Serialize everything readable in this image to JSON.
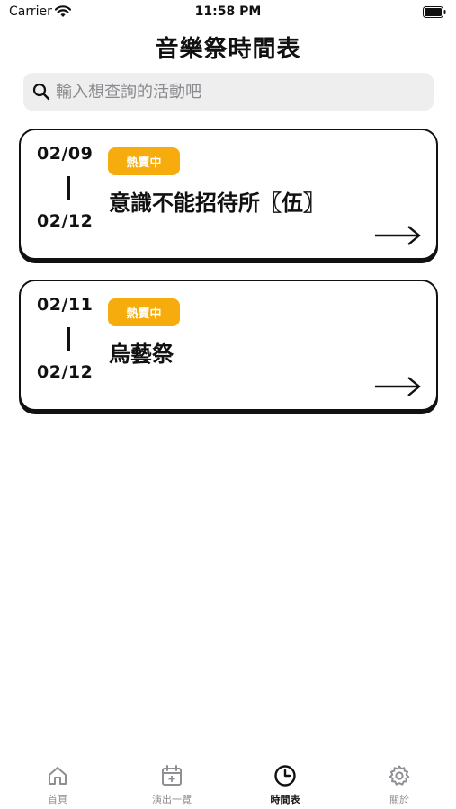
{
  "status_bar": {
    "carrier": "Carrier",
    "time": "11:58 PM"
  },
  "header": {
    "title": "音樂祭時間表"
  },
  "search": {
    "placeholder": "輸入想查詢的活動吧",
    "value": ""
  },
  "events": [
    {
      "start": "02/09",
      "end": "02/12",
      "badge": "熱賣中",
      "name": "意識不能招待所〖伍〗"
    },
    {
      "start": "02/11",
      "end": "02/12",
      "badge": "熱賣中",
      "name": "烏藝祭"
    }
  ],
  "tabs": [
    {
      "label": "首頁",
      "icon": "home-icon"
    },
    {
      "label": "演出一覽",
      "icon": "calendar-add-icon"
    },
    {
      "label": "時間表",
      "icon": "clock-icon",
      "active": true
    },
    {
      "label": "關於",
      "icon": "gear-icon"
    }
  ],
  "colors": {
    "badge": "#f5ac0c",
    "text": "#111111",
    "search_bg": "#eeeeef",
    "inactive_tab": "#8e8e93"
  }
}
